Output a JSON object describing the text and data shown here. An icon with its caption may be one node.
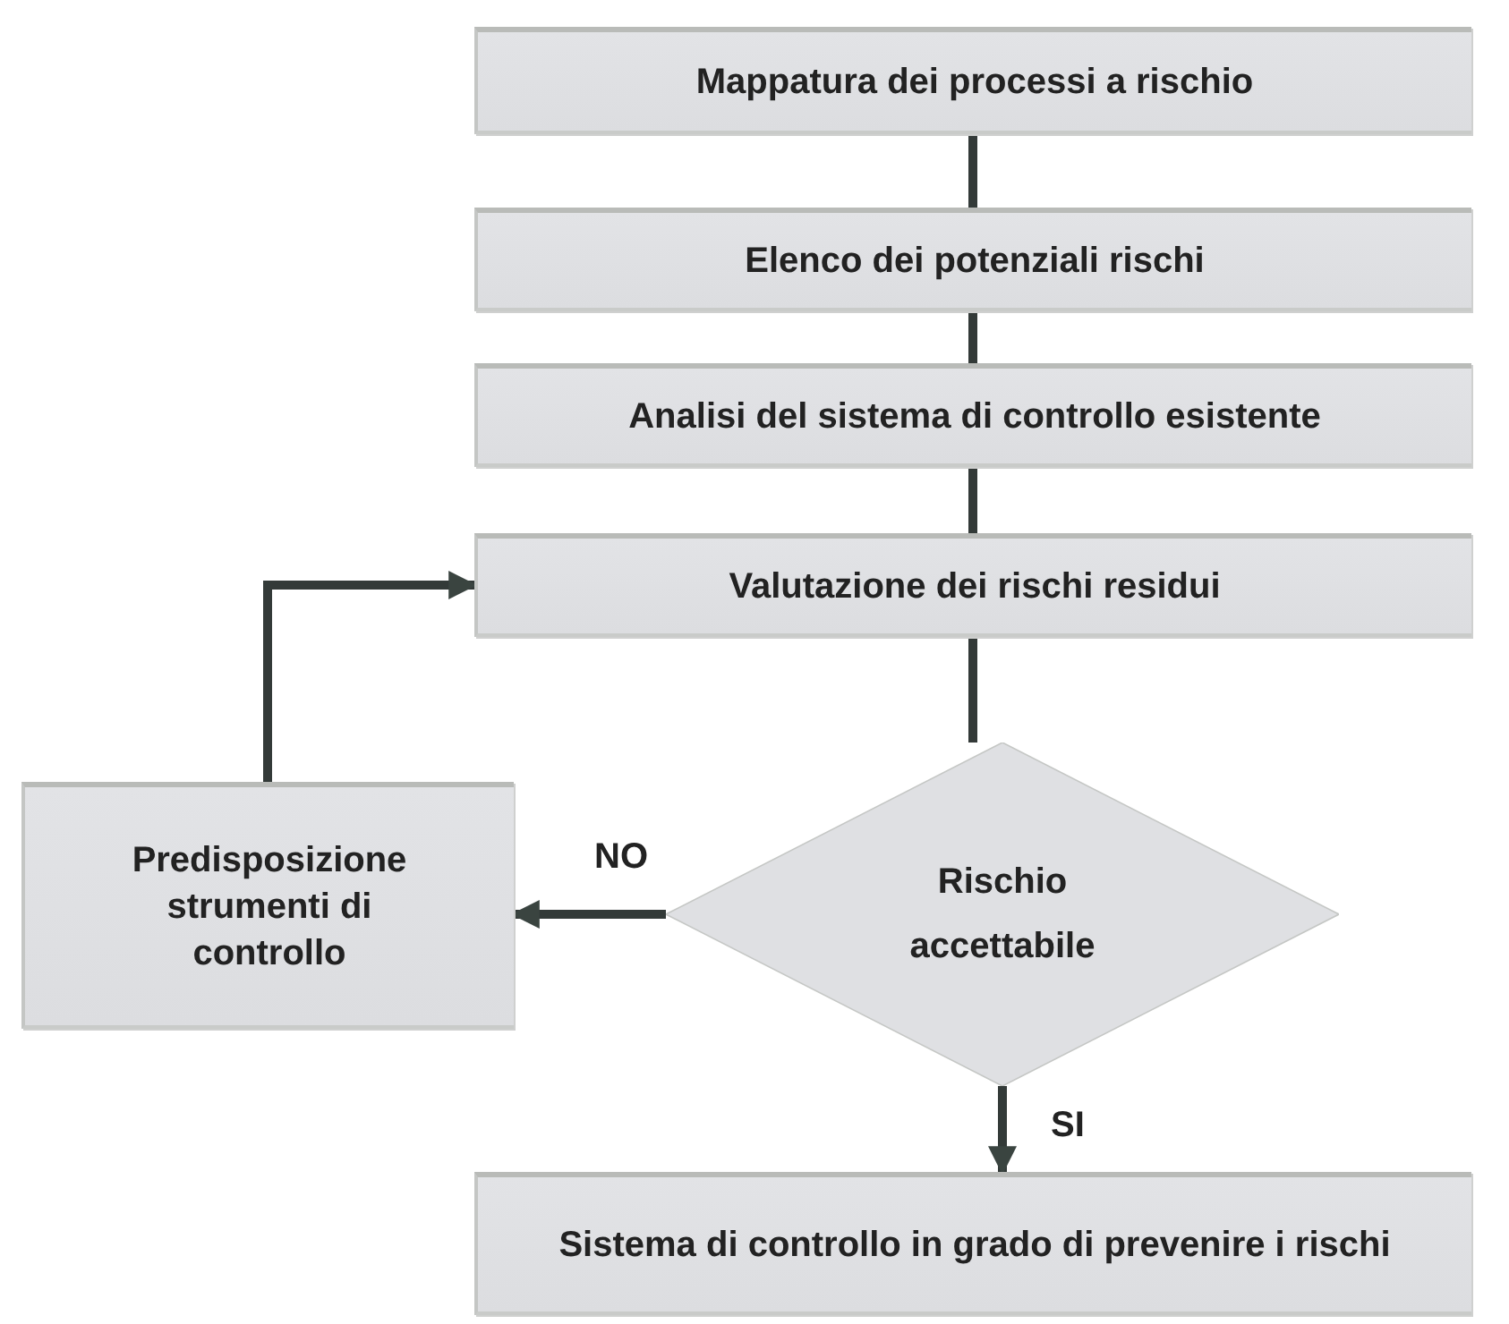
{
  "diagram": {
    "nodes": [
      {
        "text": [
          "Mappatura dei processi a rischio"
        ]
      },
      {
        "text": [
          "Elenco dei potenziali rischi"
        ]
      },
      {
        "text": [
          "Analisi del sistema di controllo esistente"
        ]
      },
      {
        "text": [
          "Valutazione dei rischi residui"
        ]
      },
      {
        "text": [
          "Rischio accettabile"
        ]
      },
      {
        "text": [
          "Predisposizione strumenti di controllo"
        ]
      },
      {
        "text": [
          "Sistema di controllo in grado di prevenire i rischi"
        ]
      }
    ],
    "edges": [
      {
        "from": 0,
        "to": 1,
        "arrow": "none"
      },
      {
        "from": 1,
        "to": 2,
        "arrow": "none"
      },
      {
        "from": 2,
        "to": 3,
        "arrow": "none"
      },
      {
        "from": 3,
        "to": 4,
        "arrow": "none"
      },
      {
        "from": 4,
        "to": 5,
        "arrow": "to",
        "label": "NO"
      },
      {
        "from": 5,
        "to": 3,
        "arrow": "to"
      },
      {
        "from": 4,
        "to": 6,
        "arrow": "to",
        "label": "SI"
      }
    ]
  }
}
